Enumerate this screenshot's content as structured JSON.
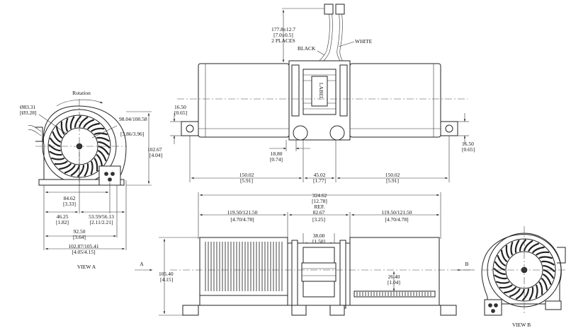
{
  "views": {
    "view_a": "VIEW A",
    "view_b": "VIEW B",
    "arrow_a": "A",
    "arrow_b": "B",
    "rotation": "Rotation",
    "label": "LABEL"
  },
  "wires": {
    "black": "BLACK",
    "white": "WHITE",
    "lead_len_mm": "177.8±12.7",
    "lead_len_in": "[7.0±0.5]",
    "lead_note": "2 PLACES"
  },
  "dims": {
    "d_side_dia_mm": "Ø83.31",
    "d_side_dia_in": "[Ø3.28]",
    "d_side_radius_mm": "98.04/100.58",
    "d_side_radius_in": "[3.86/3.96]",
    "d_side_height_mm": "102.67",
    "d_side_height_in": "[4.04]",
    "d_8462_mm": "84.62",
    "d_8462_in": "[3.33]",
    "d_4625_mm": "46.25",
    "d_4625_in": "[1.82]",
    "d_5359_mm": "53.59/56.13",
    "d_5359_in": "[2.11/2.21]",
    "d_9250_mm": "92.50",
    "d_9250_in": "[3.64]",
    "d_10287_mm": "102.87/105.41",
    "d_10287_in": "[4.05/4.15]",
    "d_1650_mm": "16.50",
    "d_1650_in": "[0.65]",
    "d_1880_mm": "18.80",
    "d_1880_in": "[0.74]",
    "d_15002_mm": "150.02",
    "d_15002_in": "[5.91]",
    "d_4502_mm": "45.02",
    "d_4502_in": "[1.77]",
    "d_32462_mm": "324.62",
    "d_32462_in": "[12.78]",
    "d_ref": "REF.",
    "d_11950_mm": "119.50/121.50",
    "d_11950_in": "[4.70/4.78]",
    "d_8267_mm": "82.67",
    "d_8267_in": "[3.25]",
    "d_3800_mm": "38.00",
    "d_3800_in": "[1.50]",
    "d_10540_mm": "105.40",
    "d_10540_in": "[4.15]",
    "d_2640_mm": "26.40",
    "d_2640_in": "[1.04]"
  }
}
